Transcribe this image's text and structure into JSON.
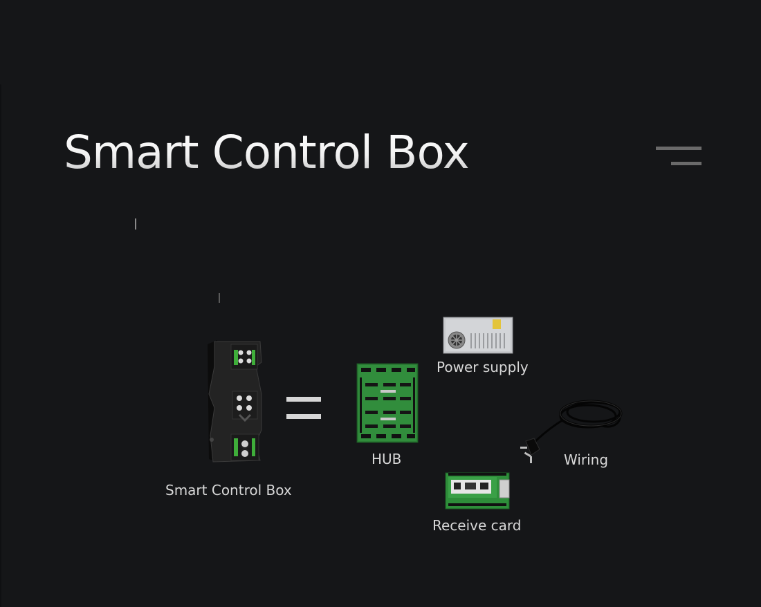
{
  "header": {
    "title": "Smart Control Box"
  },
  "diagram": {
    "items": {
      "smart_control_box": {
        "label": "Smart Control Box"
      },
      "hub": {
        "label": "HUB"
      },
      "power_supply": {
        "label": "Power supply"
      },
      "wiring": {
        "label": "Wiring"
      },
      "receive_card": {
        "label": "Receive card"
      }
    }
  },
  "colors": {
    "background": "#151618",
    "title": "#ffffff",
    "label": "#d8d8d8",
    "menu_icon": "#6a6a6a",
    "pcb_green": "#2e8b3a"
  },
  "icons": {
    "menu": "menu-icon",
    "equals": "equals-icon"
  }
}
